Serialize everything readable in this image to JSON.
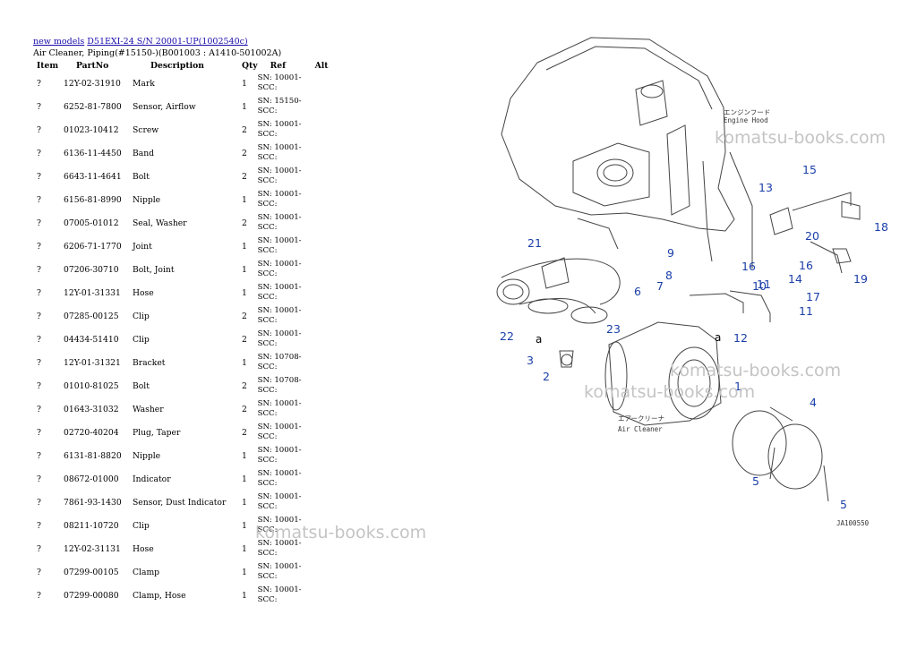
{
  "breadcrumb": {
    "link1": "new models",
    "link2": "D51EXI-24 S/N 20001-UP(1002540c)",
    "subtitle": "Air Cleaner, Piping(#15150-)(B001003 : A1410-501002A)"
  },
  "table": {
    "headers": {
      "item": "Item",
      "partno": "PartNo",
      "description": "Description",
      "qty": "Qty",
      "ref": "Ref",
      "alt": "Alt"
    },
    "rows": [
      {
        "item": "?",
        "partno": "12Y-02-31910",
        "description": "Mark",
        "qty": "1",
        "ref1": "SN: 10001-",
        "ref2": "SCC:"
      },
      {
        "item": "?",
        "partno": "6252-81-7800",
        "description": "Sensor, Airflow",
        "qty": "1",
        "ref1": "SN: 15150-",
        "ref2": "SCC:"
      },
      {
        "item": "?",
        "partno": "01023-10412",
        "description": "Screw",
        "qty": "2",
        "ref1": "SN: 10001-",
        "ref2": "SCC:"
      },
      {
        "item": "?",
        "partno": "6136-11-4450",
        "description": "Band",
        "qty": "2",
        "ref1": "SN: 10001-",
        "ref2": "SCC:"
      },
      {
        "item": "?",
        "partno": "6643-11-4641",
        "description": "Bolt",
        "qty": "2",
        "ref1": "SN: 10001-",
        "ref2": "SCC:"
      },
      {
        "item": "?",
        "partno": "6156-81-8990",
        "description": "Nipple",
        "qty": "1",
        "ref1": "SN: 10001-",
        "ref2": "SCC:"
      },
      {
        "item": "?",
        "partno": "07005-01012",
        "description": "Seal, Washer",
        "qty": "2",
        "ref1": "SN: 10001-",
        "ref2": "SCC:"
      },
      {
        "item": "?",
        "partno": "6206-71-1770",
        "description": "Joint",
        "qty": "1",
        "ref1": "SN: 10001-",
        "ref2": "SCC:"
      },
      {
        "item": "?",
        "partno": "07206-30710",
        "description": "Bolt, Joint",
        "qty": "1",
        "ref1": "SN: 10001-",
        "ref2": "SCC:"
      },
      {
        "item": "?",
        "partno": "12Y-01-31331",
        "description": "Hose",
        "qty": "1",
        "ref1": "SN: 10001-",
        "ref2": "SCC:"
      },
      {
        "item": "?",
        "partno": "07285-00125",
        "description": "Clip",
        "qty": "2",
        "ref1": "SN: 10001-",
        "ref2": "SCC:"
      },
      {
        "item": "?",
        "partno": "04434-51410",
        "description": "Clip",
        "qty": "2",
        "ref1": "SN: 10001-",
        "ref2": "SCC:"
      },
      {
        "item": "?",
        "partno": "12Y-01-31321",
        "description": "Bracket",
        "qty": "1",
        "ref1": "SN: 10708-",
        "ref2": "SCC:"
      },
      {
        "item": "?",
        "partno": "01010-81025",
        "description": "Bolt",
        "qty": "2",
        "ref1": "SN: 10708-",
        "ref2": "SCC:"
      },
      {
        "item": "?",
        "partno": "01643-31032",
        "description": "Washer",
        "qty": "2",
        "ref1": "SN: 10001-",
        "ref2": "SCC:"
      },
      {
        "item": "?",
        "partno": "02720-40204",
        "description": "Plug, Taper",
        "qty": "2",
        "ref1": "SN: 10001-",
        "ref2": "SCC:"
      },
      {
        "item": "?",
        "partno": "6131-81-8820",
        "description": "Nipple",
        "qty": "1",
        "ref1": "SN: 10001-",
        "ref2": "SCC:"
      },
      {
        "item": "?",
        "partno": "08672-01000",
        "description": "Indicator",
        "qty": "1",
        "ref1": "SN: 10001-",
        "ref2": "SCC:"
      },
      {
        "item": "?",
        "partno": "7861-93-1430",
        "description": "Sensor, Dust Indicator",
        "qty": "1",
        "ref1": "SN: 10001-",
        "ref2": "SCC:"
      },
      {
        "item": "?",
        "partno": "08211-10720",
        "description": "Clip",
        "qty": "1",
        "ref1": "SN: 10001-",
        "ref2": "SCC:"
      },
      {
        "item": "?",
        "partno": "12Y-02-31131",
        "description": "Hose",
        "qty": "1",
        "ref1": "SN: 10001-",
        "ref2": "SCC:"
      },
      {
        "item": "?",
        "partno": "07299-00105",
        "description": "Clamp",
        "qty": "1",
        "ref1": "SN: 10001-",
        "ref2": "SCC:"
      },
      {
        "item": "?",
        "partno": "07299-00080",
        "description": "Clamp, Hose",
        "qty": "1",
        "ref1": "SN: 10001-",
        "ref2": "SCC:"
      }
    ]
  },
  "diagram": {
    "labels": {
      "engine_hood_jp": "エンジンフード",
      "engine_hood_en": "Engine Hood",
      "air_cleaner_jp": "エアークリーナ",
      "air_cleaner_en": "Air Cleaner",
      "ref_a1": "a",
      "ref_a2": "a",
      "code": "JA100550"
    },
    "callouts": [
      "1",
      "2",
      "3",
      "4",
      "5",
      "5",
      "6",
      "7",
      "8",
      "9",
      "10",
      "11",
      "11",
      "12",
      "13",
      "14",
      "15",
      "16",
      "16",
      "17",
      "18",
      "19",
      "20",
      "21",
      "22",
      "23"
    ],
    "callout_color": "#1a3fa8"
  },
  "watermarks": [
    "komatsu-books.com",
    "komatsu-books.com",
    "komatsu-books.com",
    "komatsu-books.com"
  ]
}
